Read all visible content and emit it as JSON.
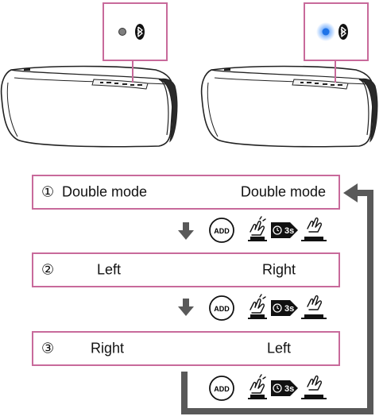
{
  "steps": [
    {
      "number": "①",
      "left": "Double mode",
      "right": "Double mode"
    },
    {
      "number": "②",
      "left": "Left",
      "right": "Right"
    },
    {
      "number": "③",
      "left": "Right",
      "right": "Left"
    }
  ],
  "button_label": "ADD",
  "hold_label": "3s",
  "indicator_states": [
    "off",
    "blue"
  ],
  "colors": {
    "callout_border": "#c86a9b",
    "indicator_blue": "#1e73e8",
    "indicator_off": "#7f7f7f",
    "arrow": "#595959"
  },
  "icons": [
    "bluetooth-icon",
    "down-arrow-icon",
    "add-button-icon",
    "finger-press-icon",
    "clock-icon"
  ]
}
